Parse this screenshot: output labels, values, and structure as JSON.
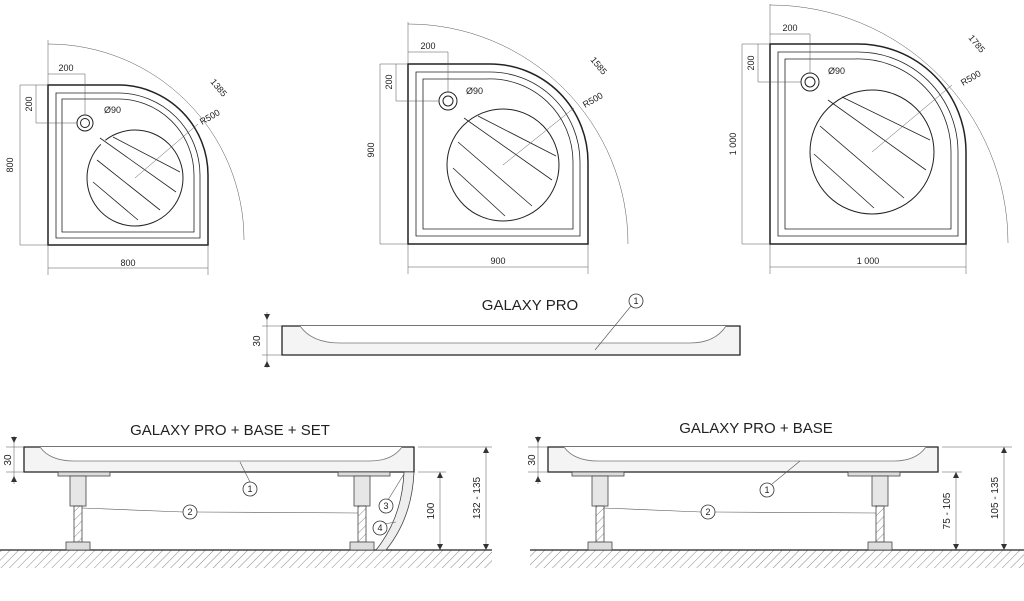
{
  "top_views": [
    {
      "width": "800",
      "height": "800",
      "corner": "200",
      "corner_h": "200",
      "drain": "Ø90",
      "radius": "R500",
      "arc": "1385"
    },
    {
      "width": "900",
      "height": "900",
      "corner": "200",
      "corner_h": "200",
      "drain": "Ø90",
      "radius": "R500",
      "arc": "1585"
    },
    {
      "width": "1 000",
      "height": "1 000",
      "corner": "200",
      "corner_h": "200",
      "drain": "Ø90",
      "radius": "R500",
      "arc": "1785"
    }
  ],
  "profile": {
    "title": "GALAXY PRO",
    "thickness": "30",
    "callout": "1"
  },
  "section_left": {
    "title": "GALAXY PRO + BASE + SET",
    "thickness": "30",
    "dim_inner": "100",
    "dim_total": "132 - 135",
    "callouts": [
      "1",
      "2",
      "3",
      "4"
    ]
  },
  "section_right": {
    "title": "GALAXY PRO + BASE",
    "thickness": "30",
    "dim_inner": "75 - 105",
    "dim_total": "105 - 135",
    "callouts": [
      "1",
      "2"
    ]
  },
  "colors": {
    "line": "#222222",
    "dim_line": "#555555",
    "tray_fill": "#f4f4f4",
    "hatch": "#888888"
  }
}
